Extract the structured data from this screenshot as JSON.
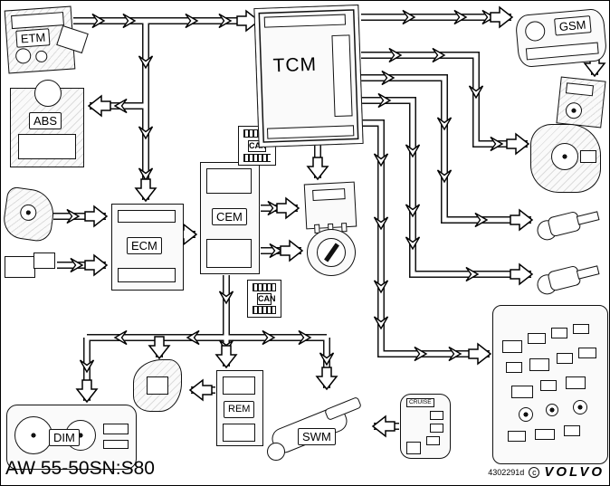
{
  "diagram": {
    "caption": "AW 55-50SN:S80",
    "drawing_number": "4302291d",
    "copyright_symbol": "c",
    "brand": "VOLVO",
    "modules": {
      "etm": {
        "label": "ETM"
      },
      "abs": {
        "label": "ABS"
      },
      "tcm": {
        "label": "TCM"
      },
      "gsm": {
        "label": "GSM"
      },
      "cem": {
        "label": "CEM"
      },
      "ecm": {
        "label": "ECM"
      },
      "rem": {
        "label": "REM"
      },
      "swm": {
        "label": "SWM"
      },
      "dim": {
        "label": "DIM"
      },
      "cruise_switch": {
        "label": "CRUISE"
      },
      "can_bus_upper": {
        "label": "CAN"
      },
      "can_bus_lower": {
        "label": "CAN"
      }
    }
  }
}
